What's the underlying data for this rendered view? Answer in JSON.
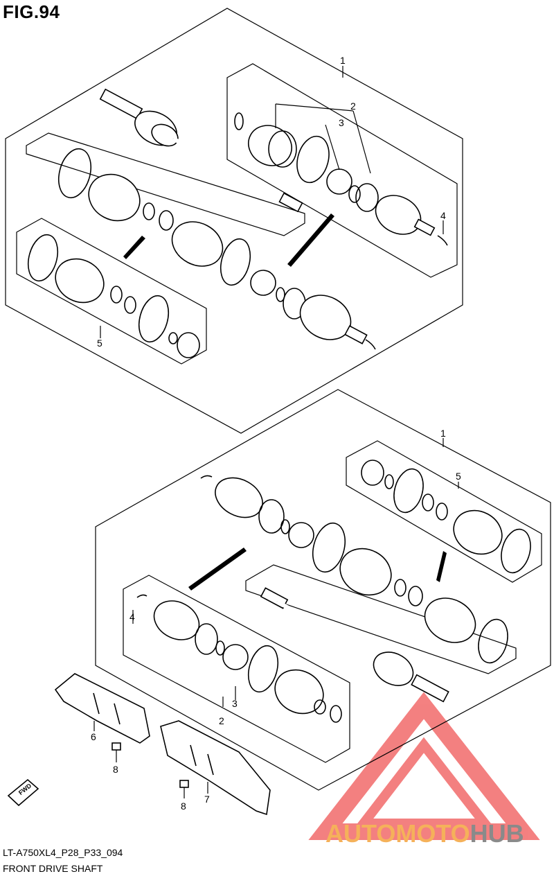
{
  "figure": {
    "title": "FIG.94"
  },
  "footer": {
    "code": "LT-A750XL4_P28_P33_094",
    "description": "FRONT DRIVE SHAFT"
  },
  "callouts": {
    "upper_1": "1",
    "upper_2": "2",
    "upper_3": "3",
    "upper_4": "4",
    "upper_5": "5",
    "lower_1": "1",
    "lower_2": "2",
    "lower_3": "3",
    "lower_4": "4",
    "lower_5": "5",
    "lower_6": "6",
    "lower_7": "7",
    "lower_8a": "8",
    "lower_8b": "8"
  },
  "direction_badge": "FWD",
  "watermark": {
    "part1": "AUTOMOTO",
    "part2": "HUB",
    "color1": "#f5b15a",
    "color2": "#8a8a8a",
    "triangle_color": "#f26b6b"
  }
}
